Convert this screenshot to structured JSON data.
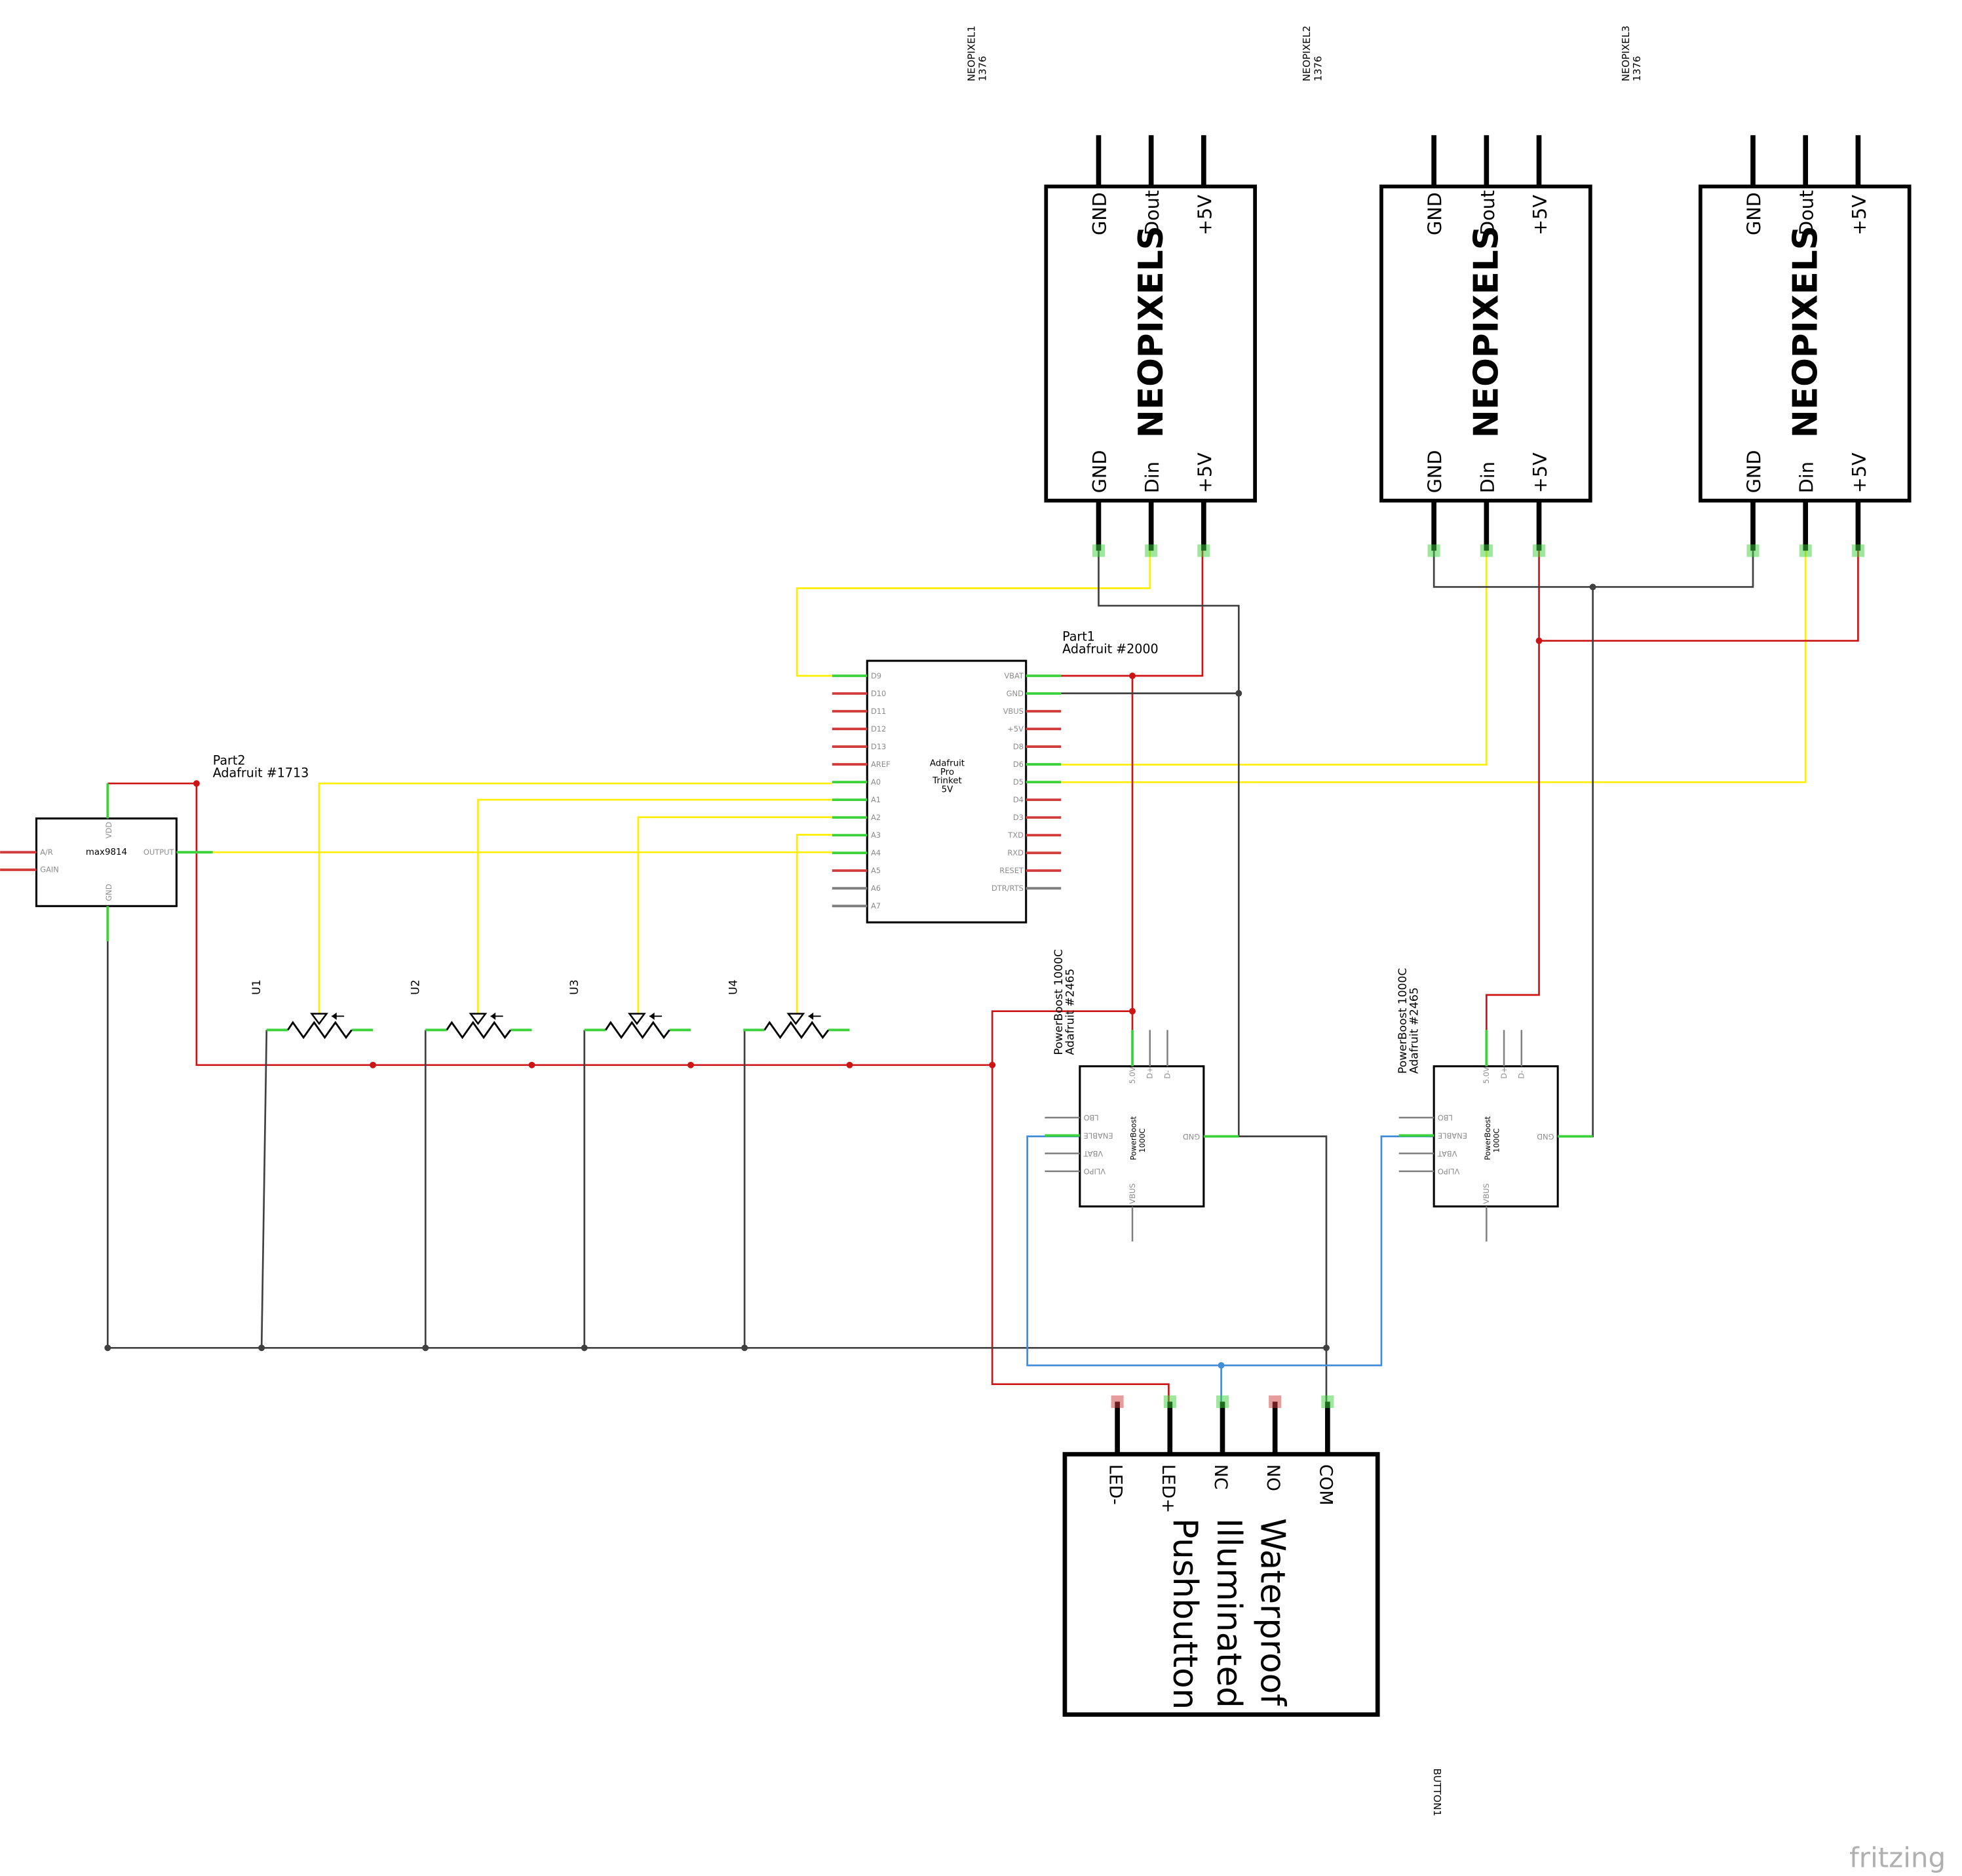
{
  "colors": {
    "wire_red": "#cc1414",
    "wire_yellow": "#ffee00",
    "wire_gray": "#404040",
    "wire_blue": "#418dd9",
    "pin_ok": "#3cd23c",
    "pin_open": "#d23c3c",
    "pin_na": "#7f7f7f"
  },
  "neopixels": [
    {
      "ref": "NEOPIXEL1",
      "part": "1376",
      "title": "NEOPIXELS",
      "top_pins": [
        "GND",
        "Dout",
        "+5V"
      ],
      "bottom_pins": [
        "GND",
        "Din",
        "+5V"
      ]
    },
    {
      "ref": "NEOPIXEL2",
      "part": "1376",
      "title": "NEOPIXELS",
      "top_pins": [
        "GND",
        "Dout",
        "+5V"
      ],
      "bottom_pins": [
        "GND",
        "Din",
        "+5V"
      ]
    },
    {
      "ref": "NEOPIXEL3",
      "part": "1376",
      "title": "NEOPIXELS",
      "top_pins": [
        "GND",
        "Dout",
        "+5V"
      ],
      "bottom_pins": [
        "GND",
        "Din",
        "+5V"
      ]
    }
  ],
  "trinket": {
    "ref": "Part1",
    "part": "Adafruit #2000",
    "title_lines": [
      "Adafruit",
      "Pro",
      "Trinket",
      "5V"
    ],
    "left_pins": [
      {
        "n": "D9",
        "s": "ok"
      },
      {
        "n": "D10",
        "s": "open"
      },
      {
        "n": "D11",
        "s": "open"
      },
      {
        "n": "D12",
        "s": "open"
      },
      {
        "n": "D13",
        "s": "open"
      },
      {
        "n": "AREF",
        "s": "open"
      },
      {
        "n": "A0",
        "s": "ok"
      },
      {
        "n": "A1",
        "s": "ok"
      },
      {
        "n": "A2",
        "s": "ok"
      },
      {
        "n": "A3",
        "s": "ok"
      },
      {
        "n": "A4",
        "s": "ok"
      },
      {
        "n": "A5",
        "s": "open"
      },
      {
        "n": "A6",
        "s": "na"
      },
      {
        "n": "A7",
        "s": "na"
      }
    ],
    "right_pins": [
      {
        "n": "VBAT",
        "s": "ok"
      },
      {
        "n": "GND",
        "s": "ok"
      },
      {
        "n": "VBUS",
        "s": "open"
      },
      {
        "n": "+5V",
        "s": "open"
      },
      {
        "n": "D8",
        "s": "open"
      },
      {
        "n": "D6",
        "s": "ok"
      },
      {
        "n": "D5",
        "s": "ok"
      },
      {
        "n": "D4",
        "s": "open"
      },
      {
        "n": "D3",
        "s": "open"
      },
      {
        "n": "TXD",
        "s": "open"
      },
      {
        "n": "RXD",
        "s": "open"
      },
      {
        "n": "RESET",
        "s": "open"
      },
      {
        "n": "DTR/RTS",
        "s": "na"
      }
    ]
  },
  "mic": {
    "ref": "Part2",
    "part": "Adafruit #1713",
    "title": "max9814",
    "pins": {
      "vdd": "VDD",
      "gnd": "GND",
      "ar": "A/R",
      "gain": "GAIN",
      "output": "OUTPUT"
    }
  },
  "pots": [
    "U1",
    "U2",
    "U3",
    "U4"
  ],
  "powerboosts": [
    {
      "ref": "PowerBoost 1000C",
      "part": "Adafruit #2465",
      "title_lines": [
        "PowerBoost",
        "1000C"
      ],
      "top_pins": [
        "5.0V",
        "D+",
        "D-"
      ],
      "left_pins": [
        "LBO",
        "ENABLE",
        "VBAT",
        "VLIPO"
      ],
      "bottom_pin": "VBUS",
      "right_pin": "GND"
    },
    {
      "ref": "PowerBoost 1000C",
      "part": "Adafruit #2465",
      "title_lines": [
        "PowerBoost",
        "1000C"
      ],
      "top_pins": [
        "5.0V",
        "D+",
        "D-"
      ],
      "left_pins": [
        "LBO",
        "ENABLE",
        "VBAT",
        "VLIPO"
      ],
      "bottom_pin": "VBUS",
      "right_pin": "GND"
    }
  ],
  "button": {
    "ref": "BUTTON1",
    "title_lines": [
      "Waterproof",
      "Illuminated",
      "Pushbutton"
    ],
    "pins": [
      {
        "n": "LED-",
        "s": "open"
      },
      {
        "n": "LED+",
        "s": "ok"
      },
      {
        "n": "NC",
        "s": "ok"
      },
      {
        "n": "NO",
        "s": "open"
      },
      {
        "n": "COM",
        "s": "ok"
      }
    ]
  },
  "logo": "fritzing"
}
